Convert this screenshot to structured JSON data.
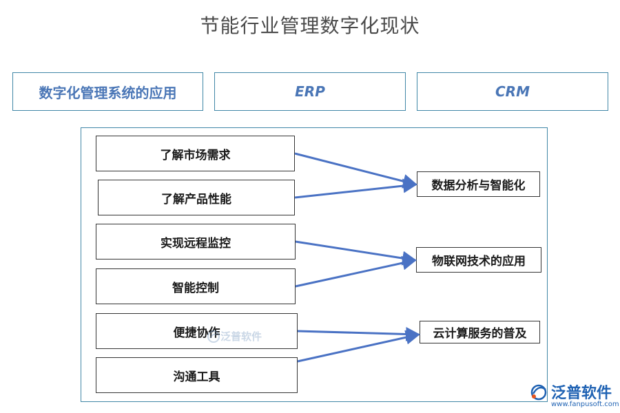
{
  "title": "节能行业管理数字化现状",
  "top_boxes": [
    {
      "label": "数字化管理系统的应用"
    },
    {
      "label": "ERP"
    },
    {
      "label": "CRM"
    }
  ],
  "left_items": [
    {
      "label": "了解市场需求"
    },
    {
      "label": "了解产品性能"
    },
    {
      "label": "实现远程监控"
    },
    {
      "label": "智能控制"
    },
    {
      "label": "便捷协作"
    },
    {
      "label": "沟通工具"
    }
  ],
  "right_items": [
    {
      "label": "数据分析与智能化"
    },
    {
      "label": "物联网技术的应用"
    },
    {
      "label": "云计算服务的普及"
    }
  ],
  "connections": [
    {
      "from": 0,
      "to": 0
    },
    {
      "from": 1,
      "to": 0
    },
    {
      "from": 2,
      "to": 1
    },
    {
      "from": 3,
      "to": 1
    },
    {
      "from": 4,
      "to": 2
    },
    {
      "from": 5,
      "to": 2
    }
  ],
  "colors": {
    "arrow": "#4a72c4",
    "frame": "#3f86a6",
    "top_text": "#4a76b6",
    "logo": "#1f62b3"
  },
  "watermark": {
    "text": "泛普软件"
  },
  "logo": {
    "text": "泛普软件",
    "url": "www.fanpusoft.com"
  }
}
